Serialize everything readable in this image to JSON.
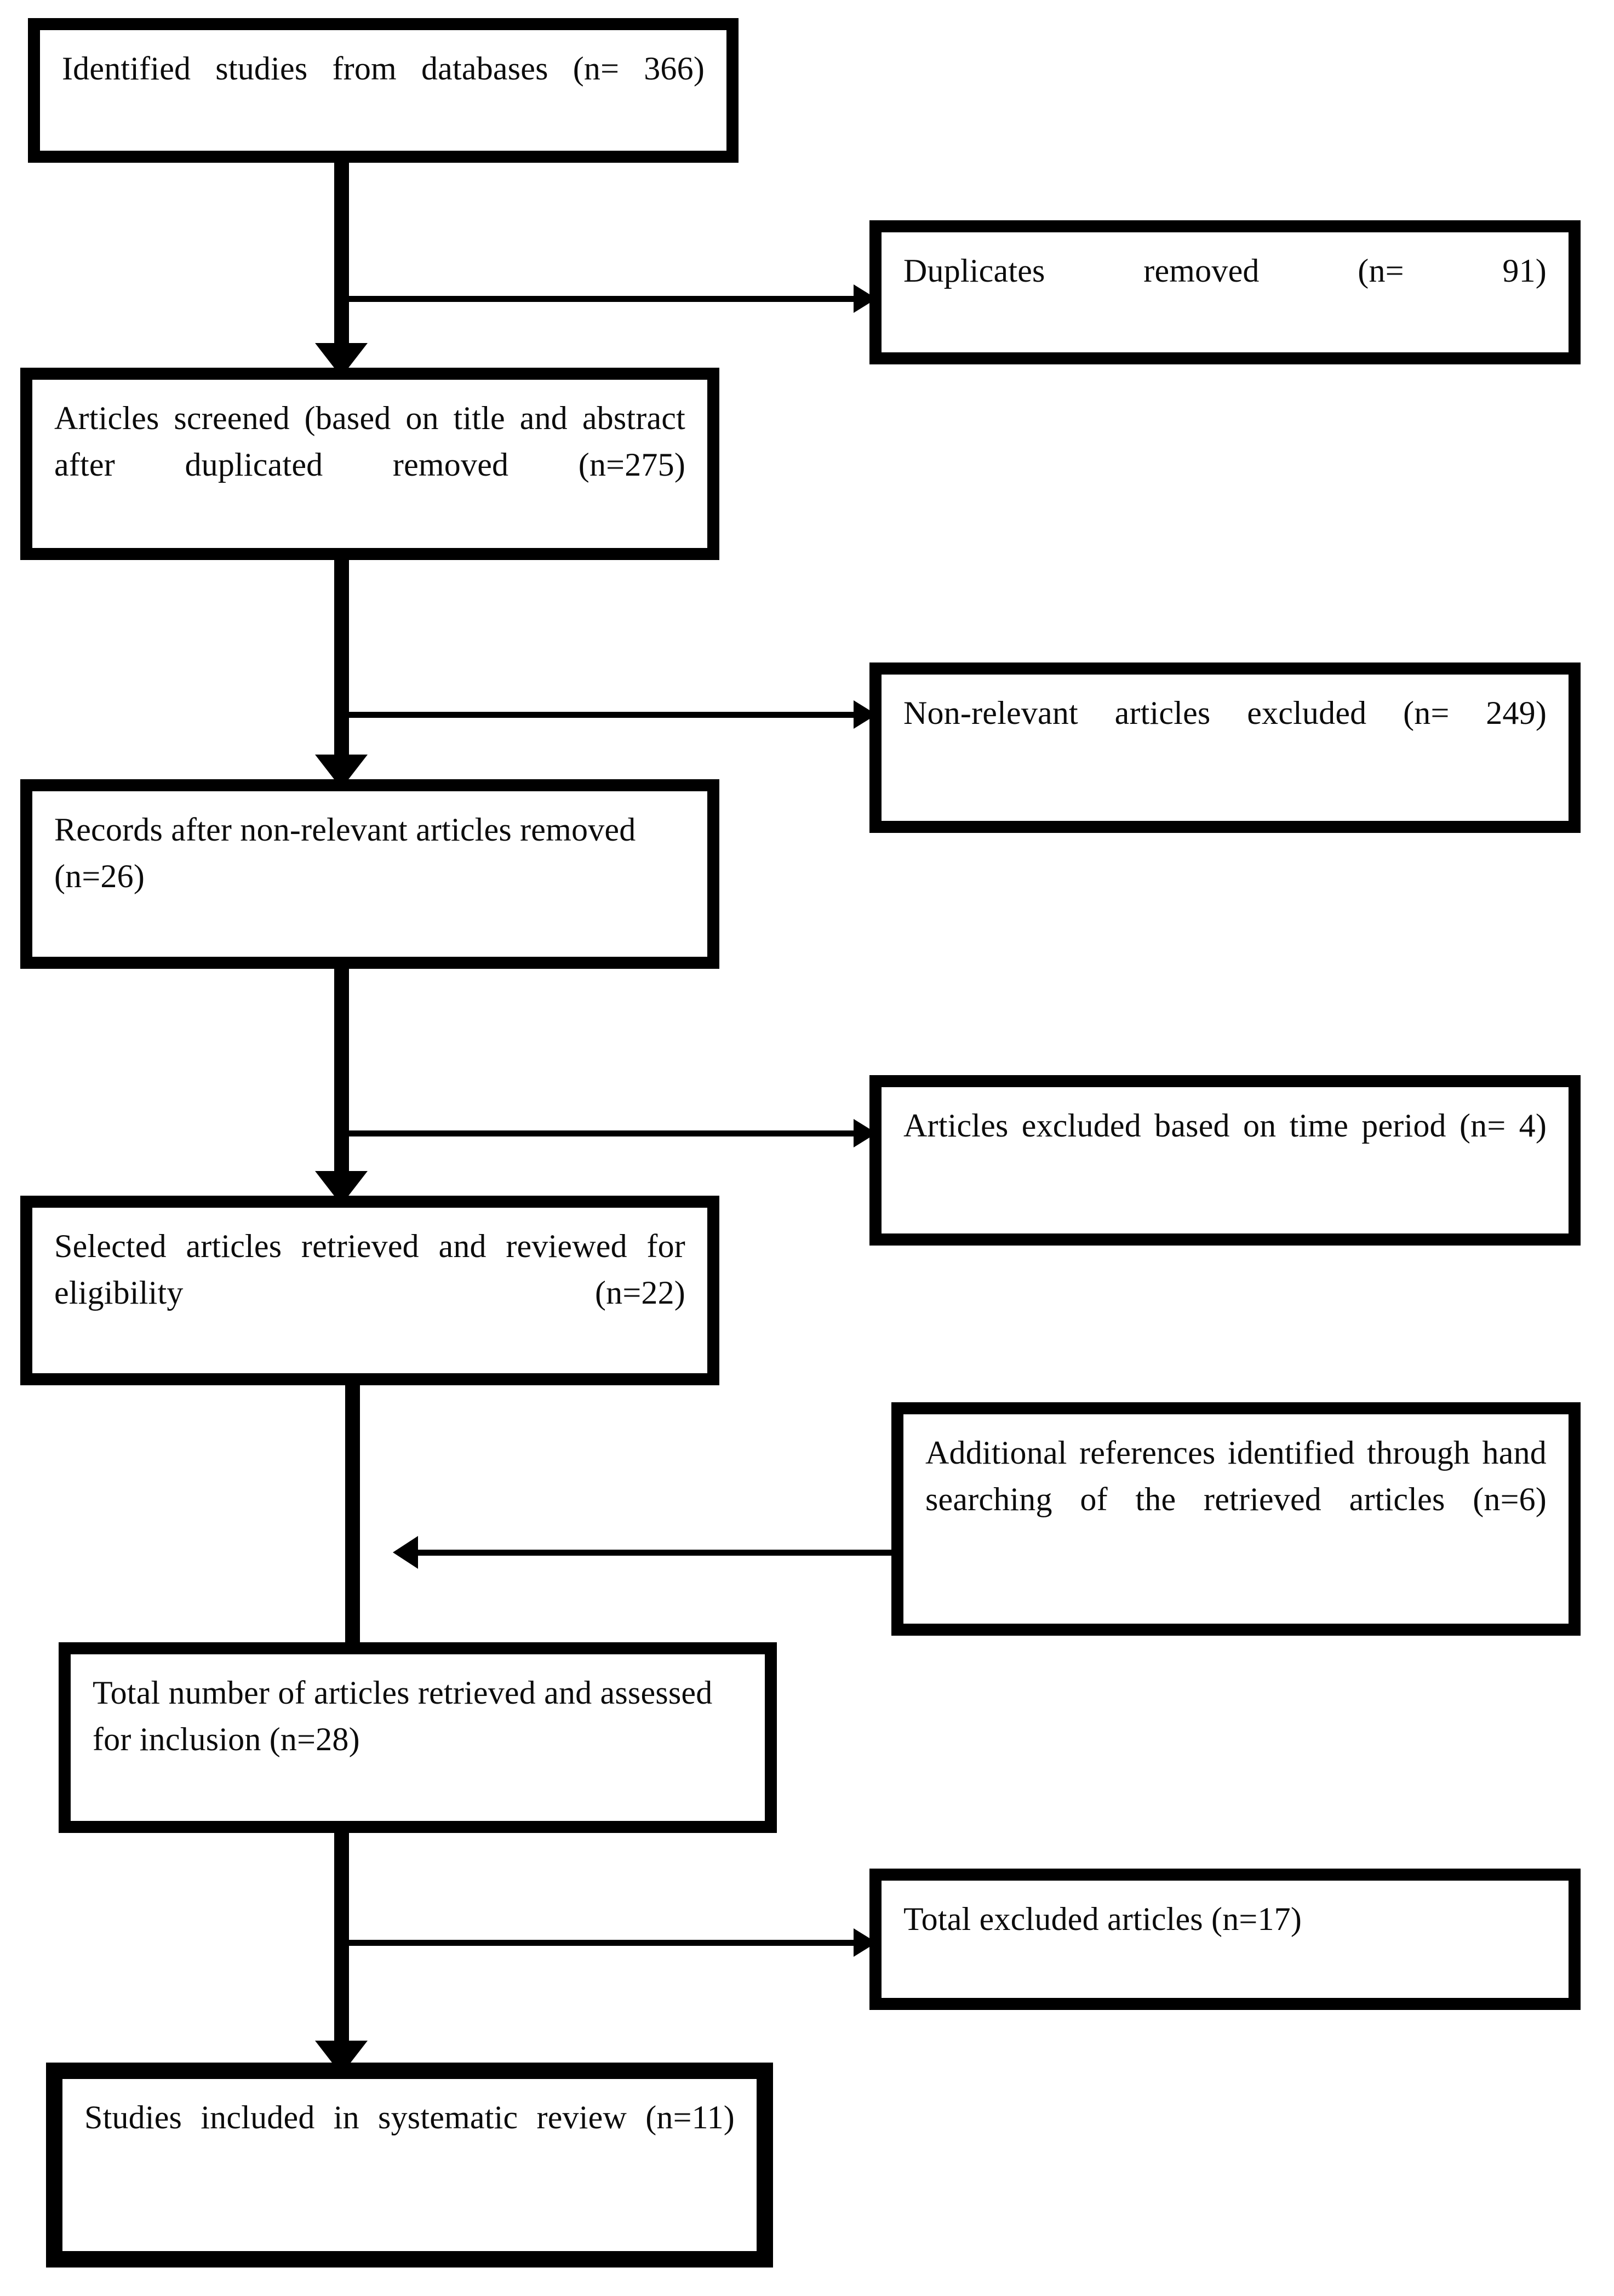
{
  "diagram": {
    "title": "PRISMA study selection flow diagram",
    "type": "flowchart",
    "accent_color": "#000000",
    "background_color": "#ffffff",
    "text_color": "#0c0c0c"
  },
  "nodes": {
    "identified": {
      "label": "Identified studies from databases (n= 366)",
      "count": 366,
      "stage": "identification"
    },
    "duplicates_removed": {
      "label": "Duplicates removed  (n= 91)",
      "count": 91,
      "stage": "exclusion"
    },
    "screened": {
      "label": "Articles screened (based on title and abstract after duplicated removed (n=275)",
      "count": 275,
      "stage": "screening"
    },
    "non_relevant_excluded": {
      "label": "Non-relevant articles excluded (n= 249)",
      "count": 249,
      "stage": "exclusion"
    },
    "records_after_non_relevant": {
      "label": "Records after non-relevant articles removed  (n=26)",
      "count": 26,
      "stage": "screening"
    },
    "excluded_time_period": {
      "label": "Articles excluded based on time period  (n= 4)",
      "count": 4,
      "stage": "exclusion"
    },
    "selected_eligibility": {
      "label": "Selected articles retrieved and reviewed for eligibility  (n=22)",
      "count": 22,
      "stage": "eligibility"
    },
    "additional_references": {
      "label": "Additional references identified through hand searching of the retrieved articles (n=6)",
      "count": 6,
      "stage": "identification"
    },
    "total_retrieved": {
      "label": "Total number of articles retrieved and assessed for inclusion  (n=28)",
      "count": 28,
      "stage": "eligibility"
    },
    "total_excluded": {
      "label": "Total excluded articles  (n=17)",
      "count": 17,
      "stage": "exclusion"
    },
    "included": {
      "label": "Studies included in systematic review (n=11)",
      "count": 11,
      "stage": "included"
    }
  }
}
